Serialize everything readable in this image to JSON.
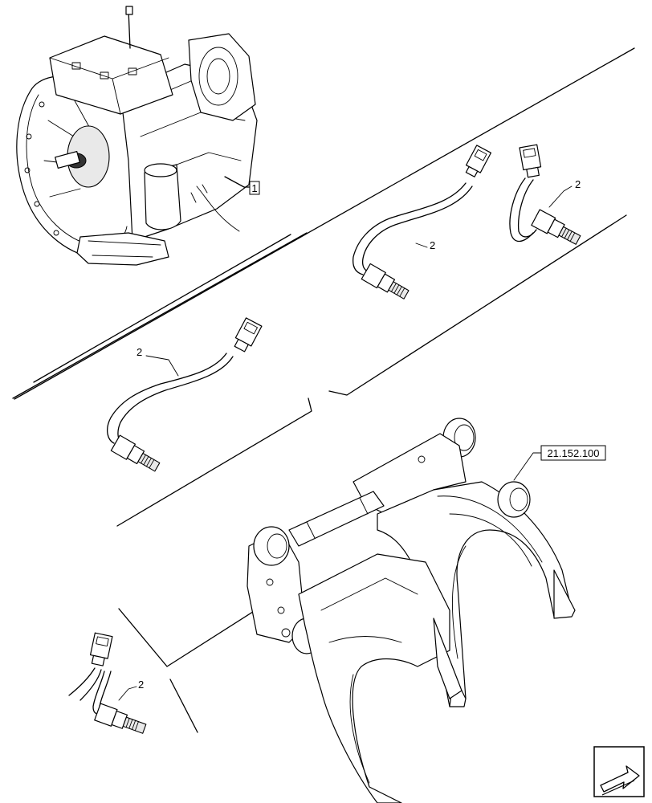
{
  "callouts": {
    "transmission": "1",
    "sensor_top_center": "2",
    "sensor_top_right": "2",
    "sensor_mid_left": "2",
    "sensor_bottom_left": "2",
    "reference": "21.152.100"
  },
  "icons": {
    "navigation": "arrow-icon"
  }
}
